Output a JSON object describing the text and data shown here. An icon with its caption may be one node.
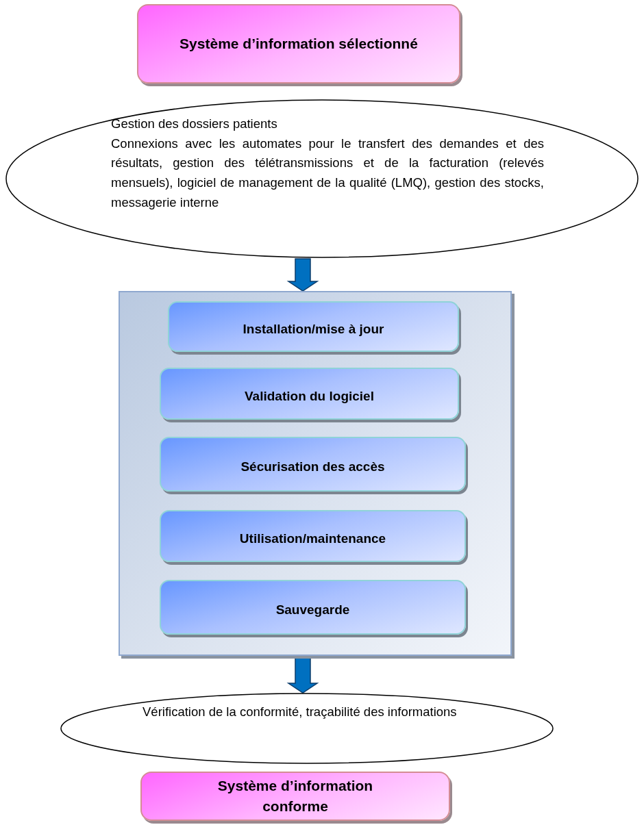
{
  "diagram": {
    "nodes": [
      {
        "text": [
          "Système d’information sélectionné"
        ]
      },
      {
        "text": [
          "Gestion des dossiers patients",
          "Connexions avec les automates pour le transfert des demandes et des résultats, gestion des télétransmissions et de la facturation (relevés mensuels), logiciel de management de la qualité (LMQ), gestion des stocks, messagerie interne"
        ]
      },
      {
        "text": [],
        "shape": "box"
      },
      {
        "text": [
          "Installation/mise à jour"
        ],
        "in": 2
      },
      {
        "text": [
          "Validation du logiciel"
        ],
        "in": 2
      },
      {
        "text": [
          "Sécurisation des accès"
        ],
        "in": 2
      },
      {
        "text": [
          "Utilisation/maintenance"
        ],
        "in": 2
      },
      {
        "text": [
          "Sauvegarde"
        ],
        "in": 2
      },
      {
        "text": [
          "Vérification de la conformité, traçabilité des informations"
        ]
      },
      {
        "text": [
          "Système d’information  conforme"
        ]
      }
    ],
    "edges": [
      {
        "from": 1,
        "to": 2,
        "arrow": "to"
      },
      {
        "from": 2,
        "to": 8,
        "arrow": "to"
      }
    ]
  }
}
